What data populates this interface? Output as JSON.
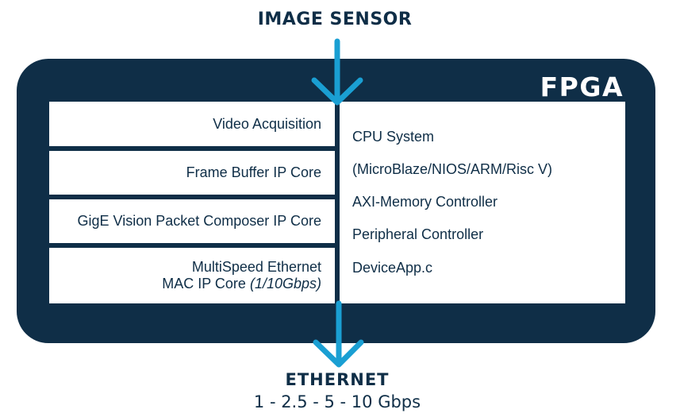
{
  "diagram": {
    "input_label": "IMAGE SENSOR",
    "container_label": "FPGA",
    "left_blocks": [
      {
        "label": "Video Acquisition"
      },
      {
        "label": "Frame Buffer IP Core"
      },
      {
        "label": "GigE Vision Packet Composer IP Core"
      },
      {
        "label_line1": "MultiSpeed Ethernet",
        "label_line2": "MAC IP Core",
        "label_note": "(1/10Gbps)"
      }
    ],
    "right_items": [
      "CPU System",
      "(MicroBlaze/NIOS/ARM/Risc V)",
      "AXI-Memory Controller",
      "Peripheral Controller",
      "DeviceApp.c"
    ],
    "output_label": "ETHERNET",
    "output_speeds": "1 - 2.5 - 5 - 10 Gbps"
  },
  "colors": {
    "dark": "#0f2e47",
    "arrow": "#1a9fd3",
    "panel": "#ffffff"
  }
}
